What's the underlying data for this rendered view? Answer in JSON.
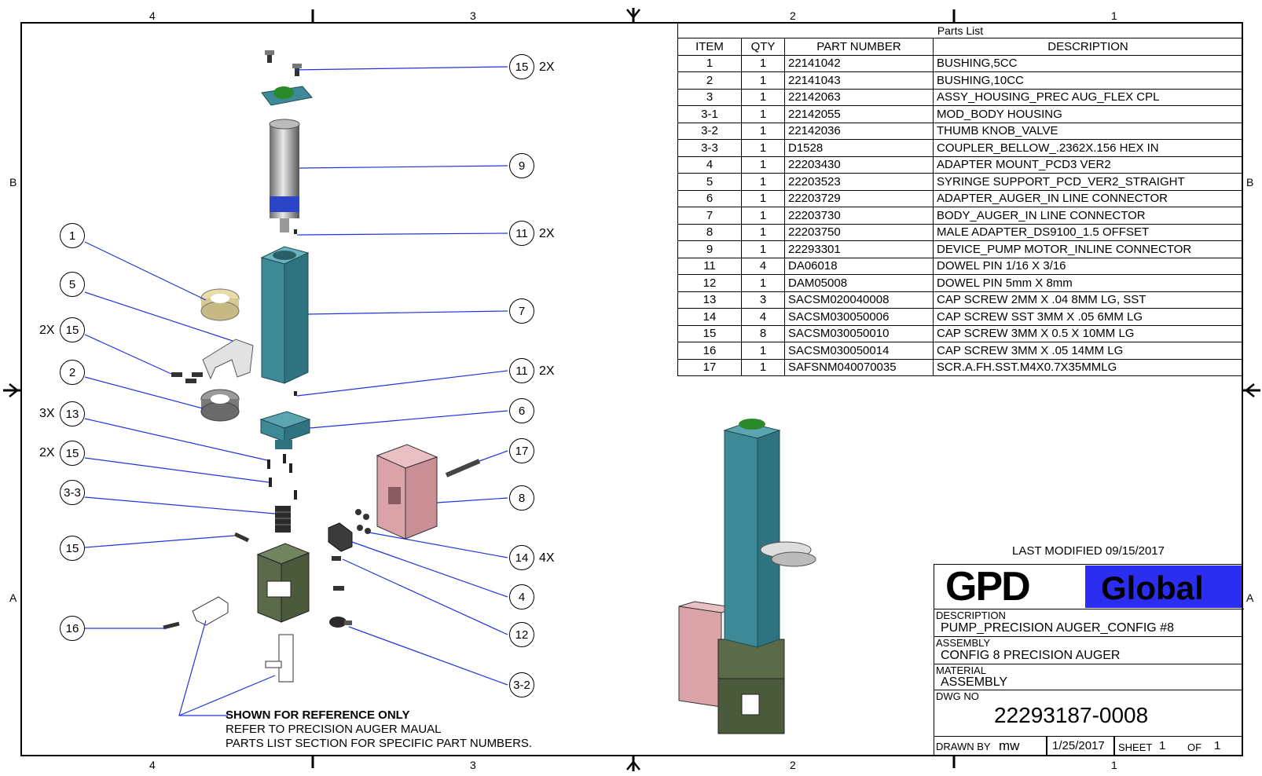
{
  "zones": {
    "top": [
      "4",
      "3",
      "2",
      "1"
    ],
    "bottom": [
      "4",
      "3",
      "2",
      "1"
    ],
    "left": [
      "B",
      "A"
    ],
    "right": [
      "B",
      "A"
    ]
  },
  "parts_list": {
    "caption": "Parts List",
    "headers": [
      "ITEM",
      "QTY",
      "PART NUMBER",
      "DESCRIPTION"
    ],
    "rows": [
      [
        "1",
        "1",
        "22141042",
        "BUSHING,5CC"
      ],
      [
        "2",
        "1",
        "22141043",
        "BUSHING,10CC"
      ],
      [
        "3",
        "1",
        "22142063",
        "ASSY_HOUSING_PREC AUG_FLEX CPL"
      ],
      [
        "3-1",
        "1",
        "22142055",
        "MOD_BODY HOUSING"
      ],
      [
        "3-2",
        "1",
        "22142036",
        "THUMB KNOB_VALVE"
      ],
      [
        "3-3",
        "1",
        "D1528",
        "COUPLER_BELLOW_.2362X.156 HEX IN"
      ],
      [
        "4",
        "1",
        "22203430",
        "ADAPTER MOUNT_PCD3 VER2"
      ],
      [
        "5",
        "1",
        "22203523",
        "SYRINGE SUPPORT_PCD_VER2_STRAIGHT"
      ],
      [
        "6",
        "1",
        "22203729",
        "ADAPTER_AUGER_IN LINE CONNECTOR"
      ],
      [
        "7",
        "1",
        "22203730",
        "BODY_AUGER_IN LINE CONNECTOR"
      ],
      [
        "8",
        "1",
        "22203750",
        "MALE ADAPTER_DS9100_1.5 OFFSET"
      ],
      [
        "9",
        "1",
        "22293301",
        "DEVICE_PUMP MOTOR_INLINE CONNECTOR"
      ],
      [
        "11",
        "4",
        "DA06018",
        "DOWEL PIN 1/16 X 3/16"
      ],
      [
        "12",
        "1",
        "DAM05008",
        "DOWEL PIN 5mm X 8mm"
      ],
      [
        "13",
        "3",
        "SACSM020040008",
        "CAP SCREW 2MM X .04  8MM LG, SST"
      ],
      [
        "14",
        "4",
        "SACSM030050006",
        "CAP SCREW SST 3MM X .05  6MM LG"
      ],
      [
        "15",
        "8",
        "SACSM030050010",
        "CAP SCREW 3MM X 0.5 X 10MM LG"
      ],
      [
        "16",
        "1",
        "SACSM030050014",
        "CAP SCREW 3MM X .05  14MM LG"
      ],
      [
        "17",
        "1",
        "SAFSNM040070035",
        "SCR.A.FH.SST.M4X0.7X35MMLG"
      ]
    ]
  },
  "callouts": {
    "c15a": "15",
    "c15a_qty": "2X",
    "c9": "9",
    "c11a": "11",
    "c11a_qty": "2X",
    "c7": "7",
    "c11b": "11",
    "c11b_qty": "2X",
    "c6": "6",
    "c17": "17",
    "c8": "8",
    "c14": "14",
    "c14_qty": "4X",
    "c4": "4",
    "c12": "12",
    "c32": "3-2",
    "c1": "1",
    "c5": "5",
    "c15b": "15",
    "c15b_qty": "2X",
    "c2": "2",
    "c13": "13",
    "c13_qty": "3X",
    "c15c": "15",
    "c15c_qty": "2X",
    "c33": "3-3",
    "c15d": "15",
    "c16": "16"
  },
  "note": {
    "line1": "SHOWN FOR REFERENCE ONLY",
    "line2": "REFER TO PRECISION AUGER MAUAL",
    "line3": "PARTS LIST SECTION FOR SPECIFIC PART NUMBERS."
  },
  "last_modified": "LAST MODIFIED 09/15/2017",
  "title_block": {
    "logo_left": "GPD",
    "logo_right": "Global",
    "description_label": "DESCRIPTION",
    "description": "PUMP_PRECISION AUGER_CONFIG #8",
    "assembly_label": "ASSEMBLY",
    "assembly": "CONFIG 8 PRECISION AUGER",
    "material_label": "MATERIAL",
    "material": "ASSEMBLY",
    "dwg_label": "DWG NO",
    "dwg_no": "22293187-0008",
    "drawn_by_label": "DRAWN BY",
    "drawn_by": "mw",
    "date": "1/25/2017",
    "sheet_label": "SHEET",
    "sheet": "1",
    "of_label": "OF",
    "of": "1"
  },
  "colors": {
    "teal": "#3d8a96",
    "leader": "#2233dd",
    "pink": "#d9a3a8",
    "olive": "#5b6b4a",
    "logo_blue": "#2b2ef0"
  }
}
